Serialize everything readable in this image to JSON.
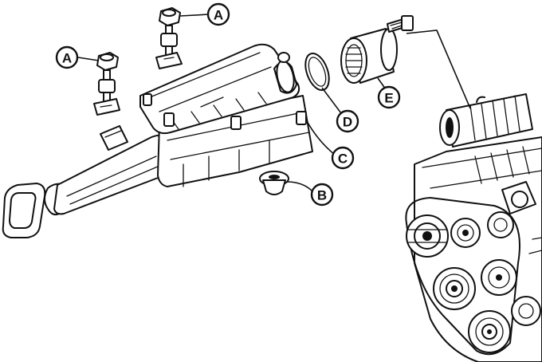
{
  "callouts": [
    {
      "id": "A1",
      "label": "A"
    },
    {
      "id": "A2",
      "label": "A"
    },
    {
      "id": "B",
      "label": "B"
    },
    {
      "id": "C",
      "label": "C"
    },
    {
      "id": "D",
      "label": "D"
    },
    {
      "id": "E",
      "label": "E"
    }
  ]
}
